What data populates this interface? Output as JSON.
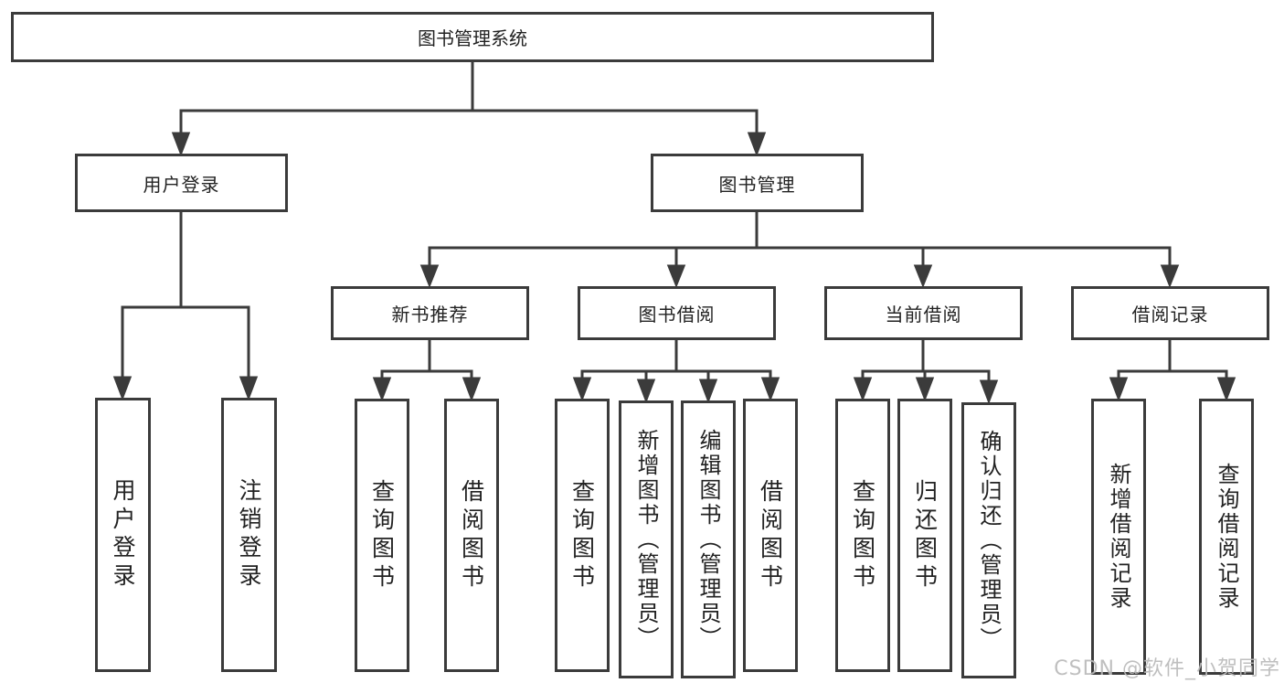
{
  "nodes": {
    "root": {
      "label": "图书管理系统"
    },
    "user_login": {
      "label": "用户登录"
    },
    "book_mgmt": {
      "label": "图书管理"
    },
    "new_books": {
      "label": "新书推荐"
    },
    "book_borrow": {
      "label": "图书借阅"
    },
    "current_borrow": {
      "label": "当前借阅"
    },
    "borrow_records": {
      "label": "借阅记录"
    }
  },
  "leaves": [
    {
      "label": "用户登录"
    },
    {
      "label": "注销登录"
    },
    {
      "label": "查询图书"
    },
    {
      "label": "借阅图书"
    },
    {
      "label": "查询图书"
    },
    {
      "label": "新增图书（管理员）"
    },
    {
      "label": "编辑图书（管理员）"
    },
    {
      "label": "借阅图书"
    },
    {
      "label": "查询图书"
    },
    {
      "label": "归还图书"
    },
    {
      "label": "确认归还（管理员）"
    },
    {
      "label": "新增借阅记录"
    },
    {
      "label": "查询借阅记录"
    }
  ],
  "watermark": {
    "text": "CSDN @软件_小贺同学"
  },
  "colors": {
    "line": "#3b3b3b",
    "text": "#222222",
    "box_background": "#ffffff",
    "watermark": "#bababa"
  }
}
